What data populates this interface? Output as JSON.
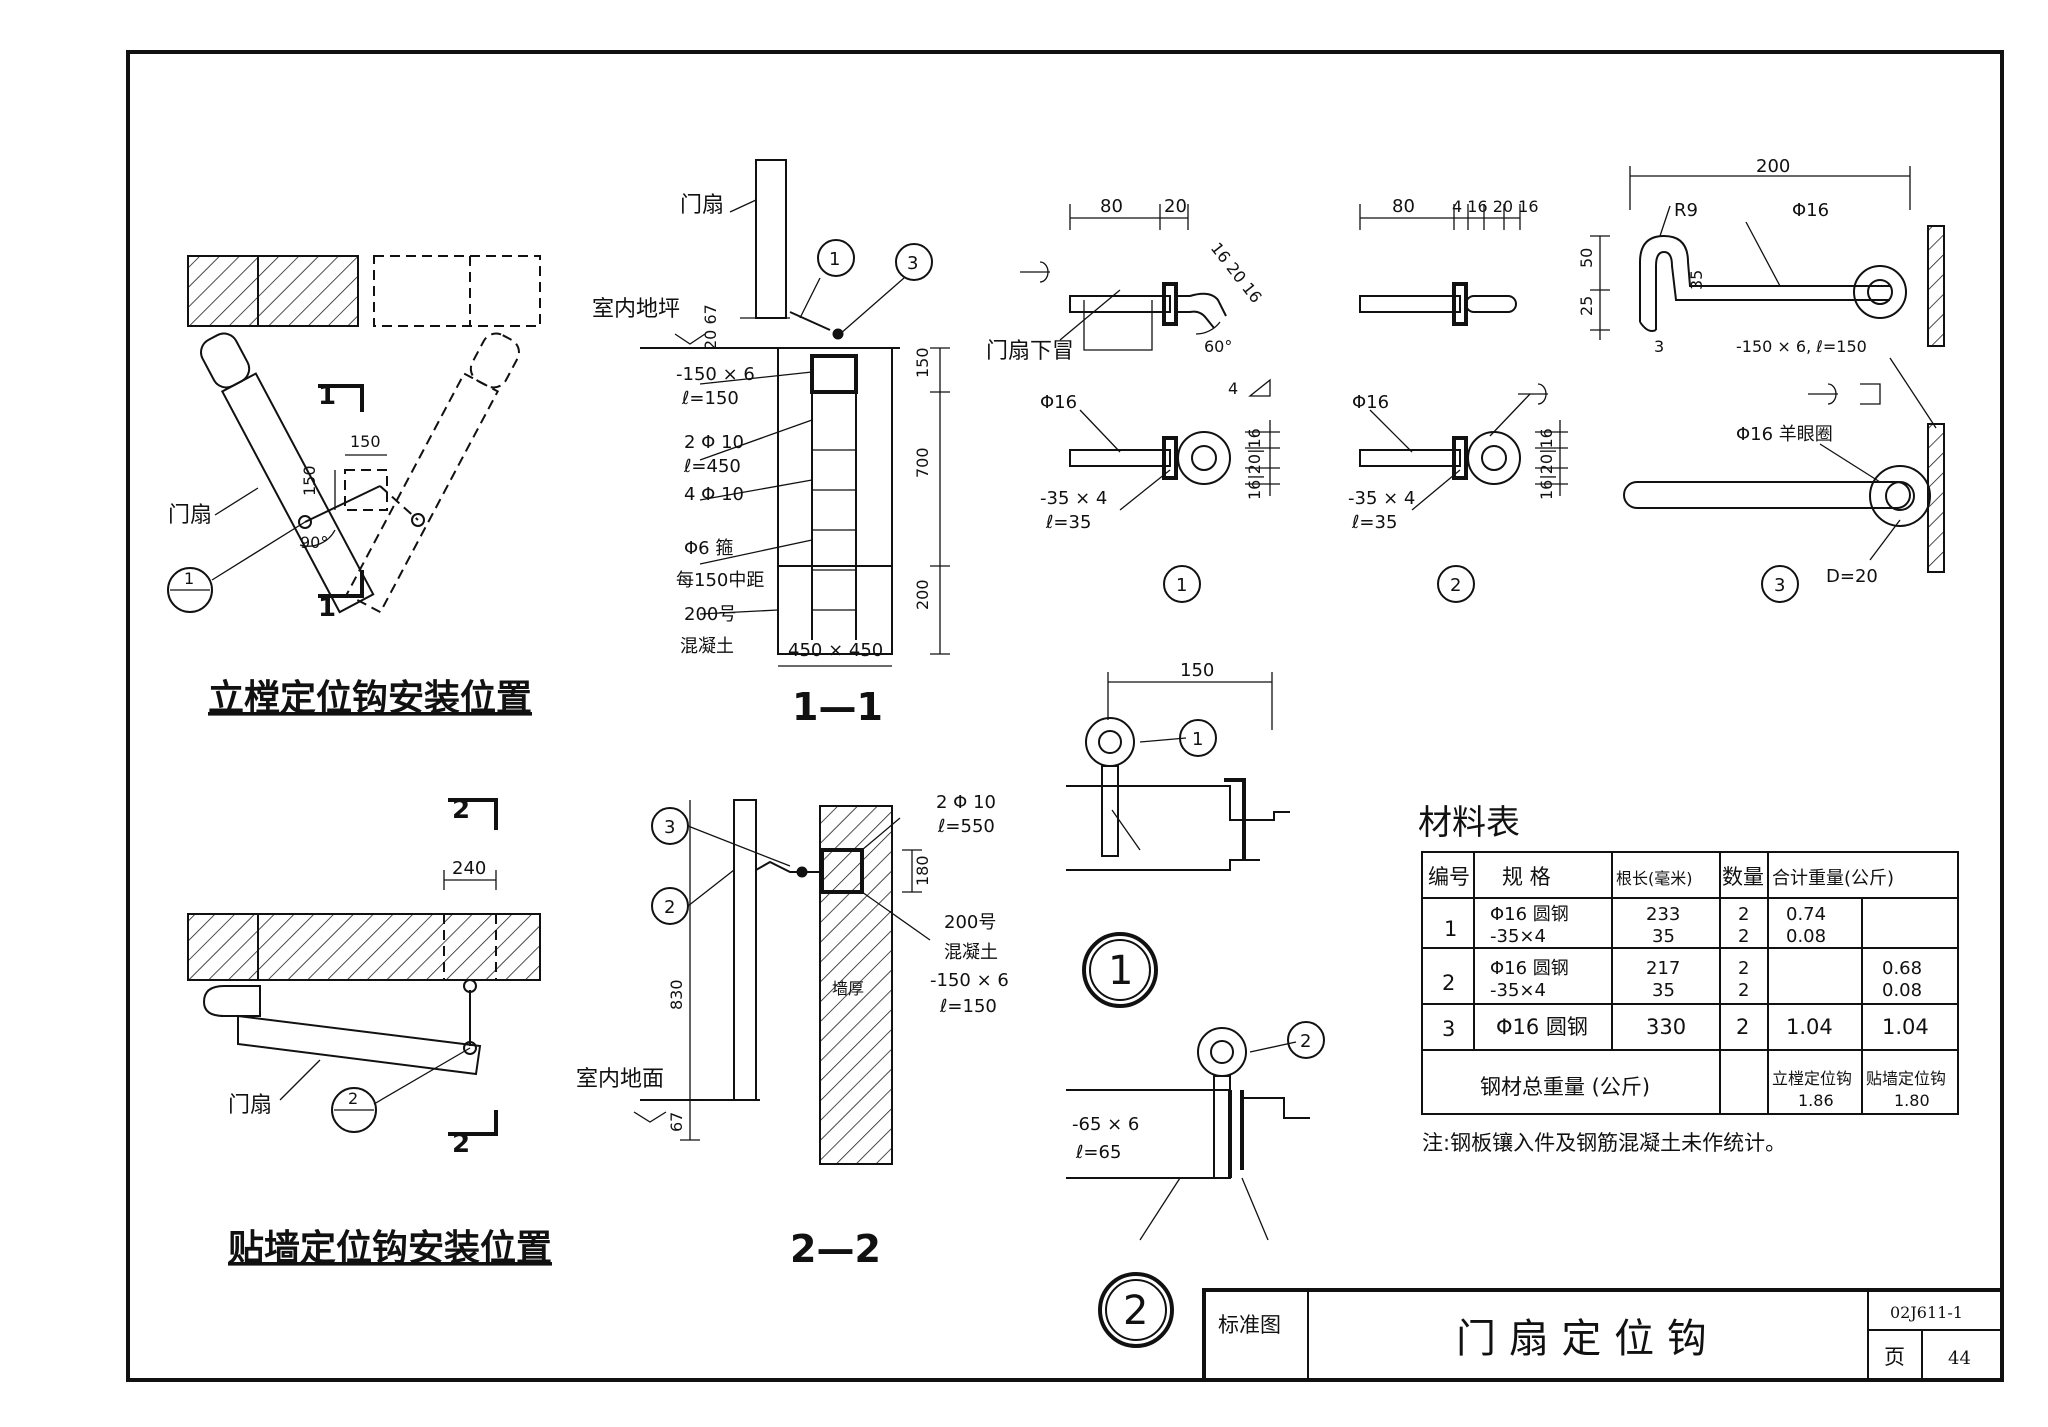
{
  "titles": {
    "vertical_install": "立樘定位钩安装位置",
    "wall_install": "贴墙定位钩安装位置",
    "sec11": "1—1",
    "sec22": "2—2"
  },
  "labels": {
    "door_leaf": "门扇",
    "indoor_floor_base": "室内地坪",
    "indoor_floor": "室内地面",
    "door_bottom_cap": "门扇下冒",
    "wall_thickness": "墙厚",
    "plate_150x6": "-150 × 6",
    "l150": "ℓ=150",
    "rebar_2d10": "2 Φ 10",
    "l450": "ℓ=450",
    "rebar_4d10": "4 Φ 10",
    "stirrup": "Φ6 箍",
    "spacing": "每150中距",
    "concrete200": "200号",
    "concrete": "混凝土",
    "base_size": "450 × 450",
    "rebar_2d10_b": "2 Φ 10",
    "l550": "ℓ=550",
    "concrete200_b": "200号",
    "concrete_b": "混凝土",
    "plate_150x6_b": "-150 × 6",
    "l150_b": "ℓ=150",
    "d16_a": "Φ16",
    "flat_35x4_a": "-35 × 4",
    "l35_a": "ℓ=35",
    "d16_b": "Φ16",
    "flat_35x4_b": "-35 × 4",
    "l35_b": "ℓ=35",
    "r9": "R9",
    "d16_c": "Φ16",
    "plate_c": "-150 × 6, ℓ=150",
    "eye_ring": "Φ16 羊眼圈",
    "d20": "D=20",
    "plate_65x6": "-65 × 6",
    "l65": "ℓ=65",
    "angle60": "60°",
    "angle90": "90°",
    "weld4": "4"
  },
  "dims": {
    "d150_top": "150",
    "d150_side": "150",
    "d240": "240",
    "d150_sec": "150",
    "d700": "700",
    "d200": "200",
    "d20_67": "20 67",
    "d180": "180",
    "d830": "830",
    "d67": "67",
    "d80_a": "80",
    "d20_a": "20",
    "d16_20_16_a": "16 20 16",
    "d16_20_16_v_a": "16|20|16",
    "d80_b": "80",
    "d4_16_20_16": "4 16 20 16",
    "d16_20_16_v_b": "16|20|16",
    "d200_c": "200",
    "d50": "50",
    "d25": "25",
    "d35": "35",
    "d3": "3",
    "d150_bottom": "150"
  },
  "markers": {
    "m1": "1",
    "m2": "2",
    "m3": "3",
    "sec_mark_1": "1",
    "sec_mark_2": "2",
    "big1": "1",
    "big2": "2"
  },
  "material_table": {
    "title": "材料表",
    "headers": [
      "编号",
      "规 格",
      "根长(毫米)",
      "数量",
      "合计重量(公斤)"
    ],
    "rows": [
      {
        "no": "1",
        "spec": [
          "Φ16 圆钢",
          "-35×4"
        ],
        "length": [
          "233",
          "35"
        ],
        "qty": [
          "2",
          "2"
        ],
        "w1": [
          "0.74",
          "0.08"
        ],
        "w2": [
          "",
          ""
        ]
      },
      {
        "no": "2",
        "spec": [
          "Φ16 圆钢",
          "-35×4"
        ],
        "length": [
          "217",
          "35"
        ],
        "qty": [
          "2",
          "2"
        ],
        "w1": [
          "",
          ""
        ],
        "w2": [
          "0.68",
          "0.08"
        ]
      },
      {
        "no": "3",
        "spec": [
          "Φ16 圆钢",
          ""
        ],
        "length": [
          "330",
          ""
        ],
        "qty": [
          "2",
          ""
        ],
        "w1": [
          "1.04",
          ""
        ],
        "w2": [
          "1.04",
          ""
        ]
      }
    ],
    "total_label": "钢材总重量  (公斤)",
    "total_col1_label": "立樘定位钩",
    "total_col1_value": "1.86",
    "total_col2_label": "贴墙定位钩",
    "total_col2_value": "1.80",
    "note": "注:钢板镶入件及钢筋混凝土未作统计。"
  },
  "title_block": {
    "std": "标准图",
    "name": "门 扇 定 位 钩",
    "code": "02J611-1",
    "page_label": "页",
    "page": "44"
  }
}
